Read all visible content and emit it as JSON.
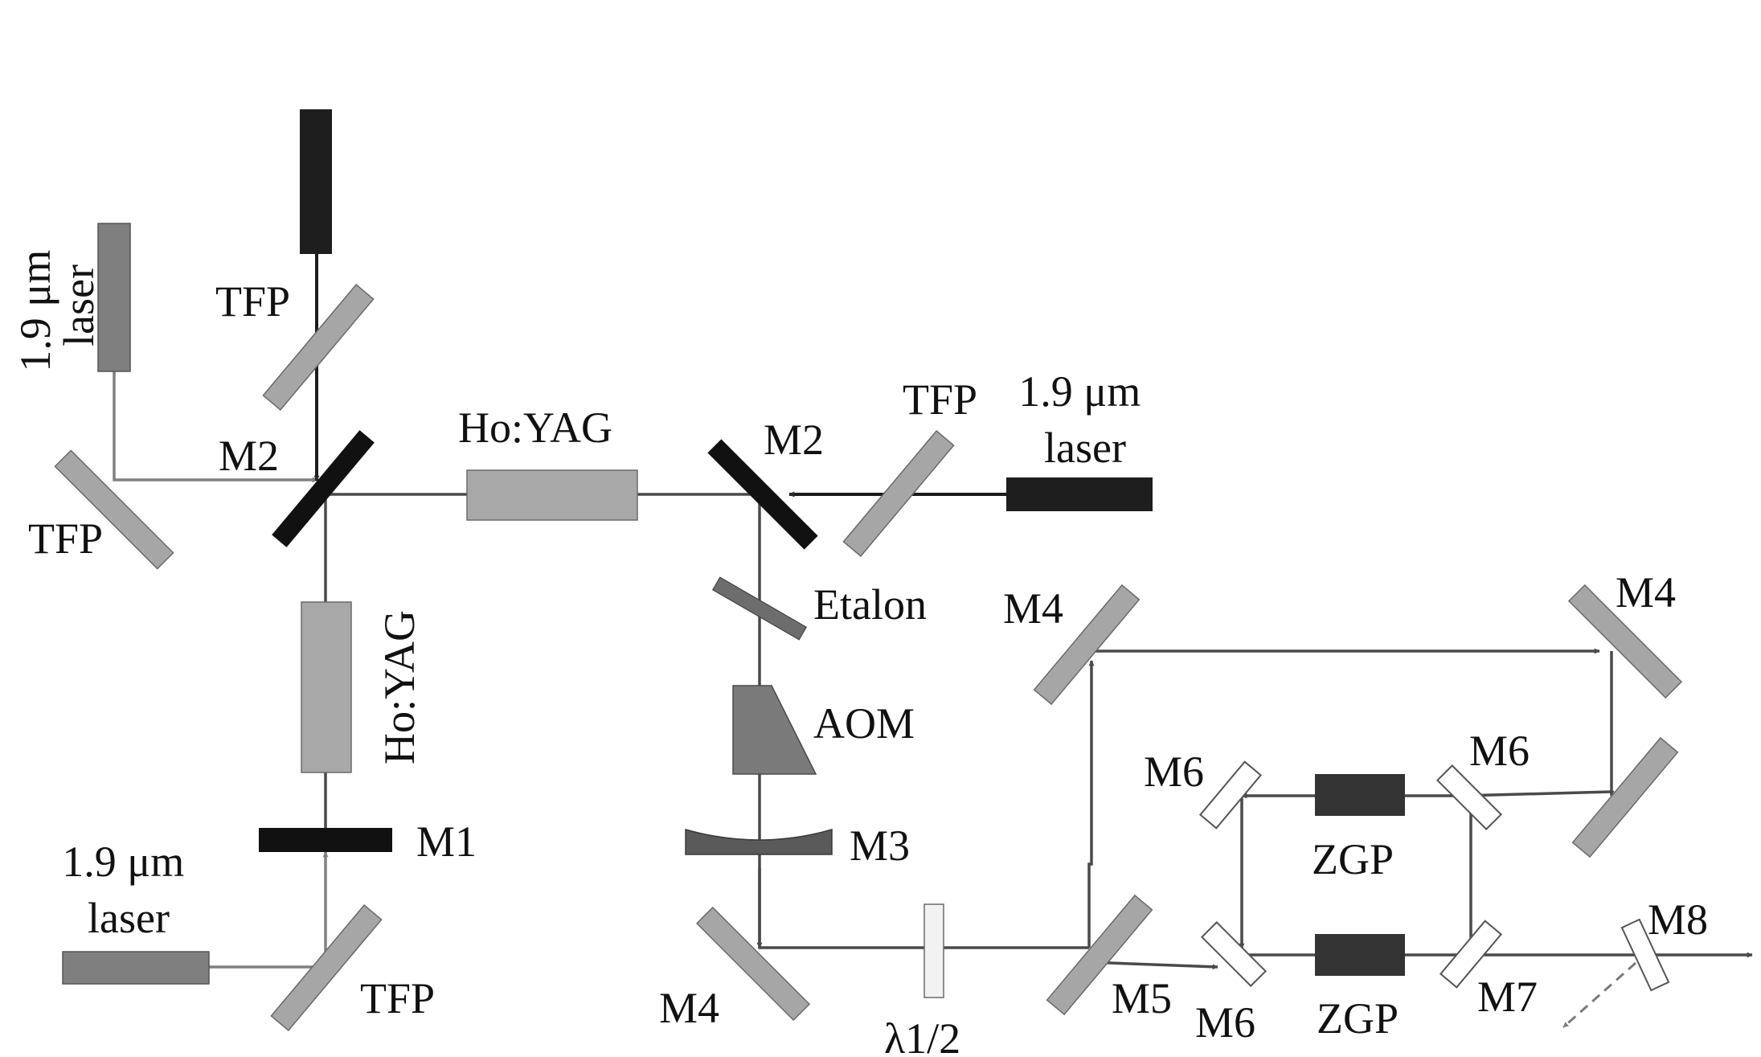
{
  "colors": {
    "background": "#ffffff",
    "beam_primary": "#4a4a4a",
    "beam_pump": "#1c1c1c",
    "beam_light": "#808080",
    "beam_dashed": "#7a7a7a",
    "mirror_black": "#111111",
    "optic_gray": "#a6a6a6",
    "optic_stroke": "#6a6a6a",
    "laser_dark": "#1e1e1e",
    "laser_gray": "#7f7f7f",
    "crystal_gray": "#a8a8a8",
    "zgp": "#333333",
    "etalon": "#6d6d6d",
    "aom": "#7a7a7a",
    "m3": "#5a5a5a",
    "waveplate": "#f2f2f2",
    "m6_fill": "#ffffff"
  },
  "labels": {
    "laser_left": "1.9 μm\nlaser",
    "tfp_left": "TFP",
    "tfp_top": "TFP",
    "m2_left": "M2",
    "ho_yag_horizontal": "Ho:YAG",
    "m2_right": "M2",
    "tfp_right": "TFP",
    "laser_right": "1.9 μm\nlaser",
    "ho_yag_vertical": "Ho:YAG",
    "m1": "M1",
    "laser_bottom": "1.9 μm\nlaser",
    "tfp_bottom": "TFP",
    "etalon": "Etalon",
    "aom": "AOM",
    "m3": "M3",
    "m4_bottom": "M4",
    "waveplate": "λ1/2",
    "m4_mid": "M4",
    "m4_top_right": "M4",
    "m6_left_top": "M6",
    "m6_right_top": "M6",
    "zgp_top": "ZGP",
    "m5": "M5",
    "m6_bottom": "M6",
    "zgp_bottom": "ZGP",
    "m7": "M7",
    "m8": "M8"
  }
}
